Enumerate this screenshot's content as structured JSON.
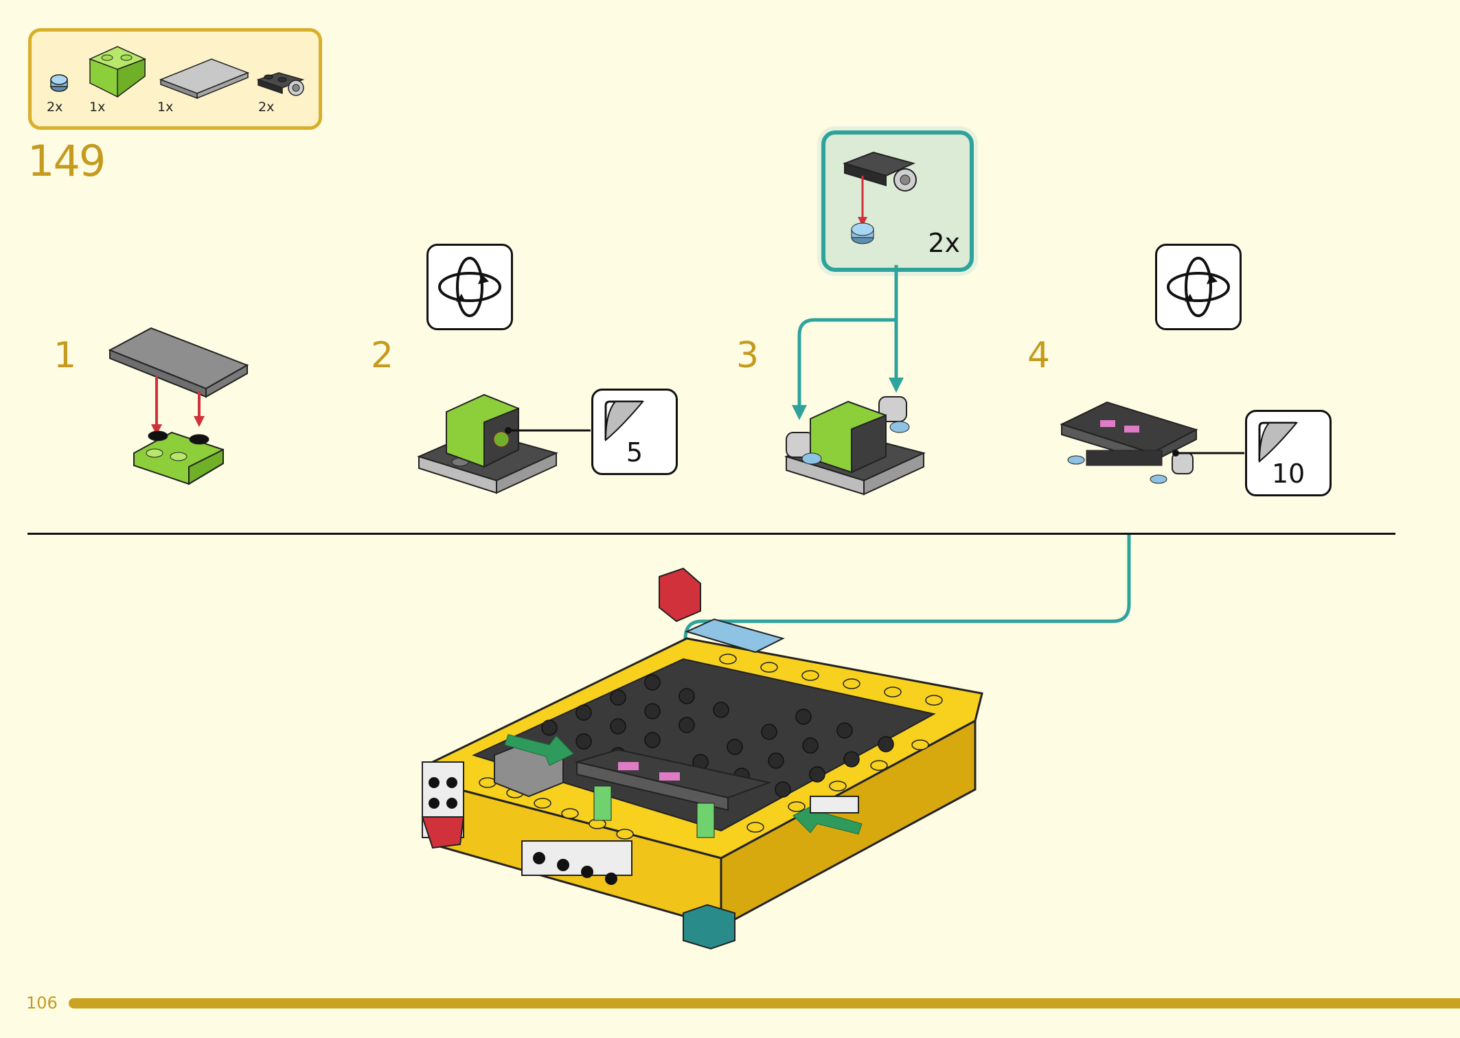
{
  "parts_panel": {
    "items": [
      {
        "icon": "blue-round-stud-icon",
        "qty": "2x"
      },
      {
        "icon": "green-slope-brick-icon",
        "qty": "1x"
      },
      {
        "icon": "gray-tile-icon",
        "qty": "1x"
      },
      {
        "icon": "black-bracket-icon",
        "qty": "2x"
      }
    ]
  },
  "step_number": "149",
  "substeps": [
    {
      "label": "1"
    },
    {
      "label": "2",
      "sticker": "5"
    },
    {
      "label": "3"
    },
    {
      "label": "4",
      "sticker": "10"
    }
  ],
  "callout": {
    "qty": "2x"
  },
  "page_number": "106",
  "colors": {
    "background": "#FEFCE3",
    "accent_gold": "#C49B1E",
    "callout_teal": "#2EA39C",
    "arrow_red": "#D0313A",
    "arrow_green": "#2E9A5C"
  }
}
